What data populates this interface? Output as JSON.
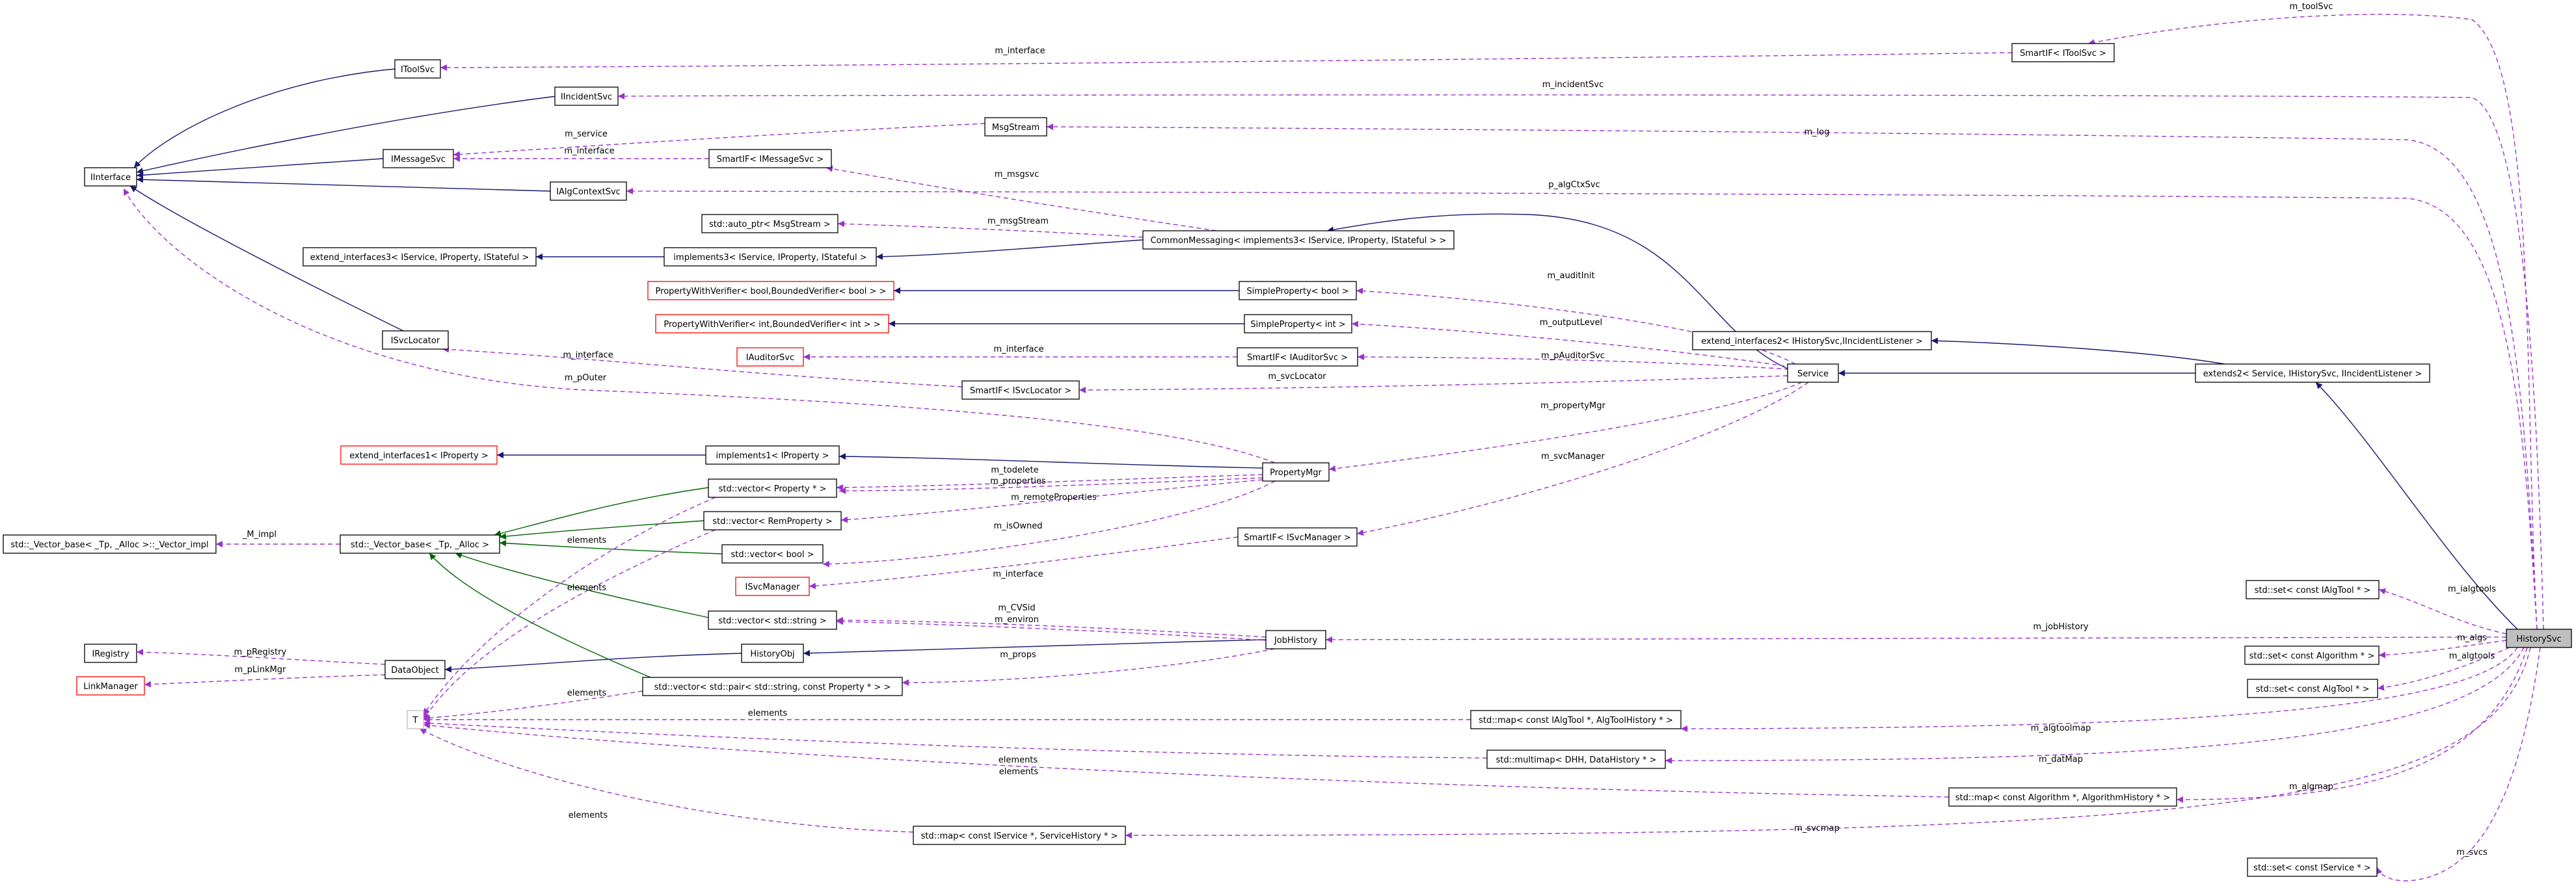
{
  "colors": {
    "inherit_edge": "#191970",
    "template_edge": "#006400",
    "usage_edge": "#9a32cd",
    "node_border": "#000000",
    "undocumented_border": "#ff0000",
    "unknown_border": "#bfbfbf",
    "highlight_fill": "#bfbfbf"
  },
  "nodes": {
    "iinterface": {
      "label": "IInterface"
    },
    "itoolsvc": {
      "label": "IToolSvc"
    },
    "iincidentsvc": {
      "label": "IIncidentSvc"
    },
    "imessagesvc": {
      "label": "IMessageSvc"
    },
    "ialgcontextsvc": {
      "label": "IAlgContextSvc"
    },
    "isvclocator": {
      "label": "ISvcLocator"
    },
    "msgstream": {
      "label": "MsgStream"
    },
    "smartif_imessagesvc": {
      "label": "SmartIF< IMessageSvc >"
    },
    "auto_ptr_msgstream": {
      "label": "std::auto_ptr< MsgStream >"
    },
    "extend_interfaces3": {
      "label": "extend_interfaces3< IService, IProperty, IStateful >"
    },
    "implements3": {
      "label": "implements3< IService, IProperty, IStateful >"
    },
    "commonmessaging": {
      "label": "CommonMessaging< implements3< IService, IProperty, IStateful > >"
    },
    "pwv_bool": {
      "label": "PropertyWithVerifier< bool,BoundedVerifier< bool > >"
    },
    "pwv_int": {
      "label": "PropertyWithVerifier< int,BoundedVerifier< int > >"
    },
    "simpleproperty_bool": {
      "label": "SimpleProperty< bool >"
    },
    "simpleproperty_int": {
      "label": "SimpleProperty< int >"
    },
    "iauditorsvc": {
      "label": "IAuditorSvc"
    },
    "smartif_iauditorsvc": {
      "label": "SmartIF< IAuditorSvc >"
    },
    "smartif_isvclocator": {
      "label": "SmartIF< ISvcLocator >"
    },
    "extend_interfaces2": {
      "label": "extend_interfaces2< IHistorySvc,IIncidentListener >"
    },
    "service": {
      "label": "Service"
    },
    "extends2": {
      "label": "extends2< Service, IHistorySvc, IIncidentListener >"
    },
    "extend_interfaces1": {
      "label": "extend_interfaces1< IProperty >"
    },
    "implements1": {
      "label": "implements1< IProperty >"
    },
    "propertymgr": {
      "label": "PropertyMgr"
    },
    "vector_property": {
      "label": "std::vector< Property * >"
    },
    "vector_remproperty": {
      "label": "std::vector< RemProperty >"
    },
    "vector_bool": {
      "label": "std::vector< bool >"
    },
    "isvcmanager": {
      "label": "ISvcManager"
    },
    "smartif_isvcmanager": {
      "label": "SmartIF< ISvcManager >"
    },
    "vector_string": {
      "label": "std::vector< std::string >"
    },
    "vector_base_impl": {
      "label": "std::_Vector_base< _Tp, _Alloc >::_Vector_impl"
    },
    "vector_base": {
      "label": "std::_Vector_base< _Tp, _Alloc >"
    },
    "jobhistory": {
      "label": "JobHistory"
    },
    "historyobj": {
      "label": "HistoryObj"
    },
    "iregistry": {
      "label": "IRegistry"
    },
    "dataobject": {
      "label": "DataObject"
    },
    "linkmanager": {
      "label": "LinkManager"
    },
    "vector_pair": {
      "label": "std::vector< std::pair< std::string, const Property * > >"
    },
    "t": {
      "label": "T"
    },
    "map_algtool": {
      "label": "std::map< const IAlgTool *, AlgToolHistory * >"
    },
    "multimap_dhh": {
      "label": "std::multimap< DHH, DataHistory * >"
    },
    "map_algorithm": {
      "label": "std::map< const Algorithm *, AlgorithmHistory * >"
    },
    "map_iservice": {
      "label": "std::map< const IService *, ServiceHistory * >"
    },
    "set_ialgtool": {
      "label": "std::set< const IAlgTool * >"
    },
    "set_algorithm": {
      "label": "std::set< const Algorithm * >"
    },
    "set_algtool": {
      "label": "std::set< const AlgTool * >"
    },
    "set_iservice": {
      "label": "std::set< const IService * >"
    },
    "smartif_itoolsvc": {
      "label": "SmartIF< IToolSvc >"
    },
    "historysvc": {
      "label": "HistorySvc"
    }
  },
  "edge_labels": {
    "m_toolsvc": "m_toolSvc",
    "m_interface_toolsvc": "m_interface",
    "m_incidentsvc": "m_incidentSvc",
    "m_service": "m_service",
    "m_interface_msgsvc": "m_interface",
    "m_log": "m_log",
    "m_msgsvc": "m_msgsvc",
    "p_algctxsvc": "p_algCtxSvc",
    "m_msgstream": "m_msgStream",
    "m_auditinit": "m_auditInit",
    "m_outputlevel": "m_outputLevel",
    "m_interface_auditor": "m_interface",
    "m_pauditorsvc": "m_pAuditorSvc",
    "m_interface_locator": "m_interface",
    "m_svclocator": "m_svcLocator",
    "m_pouter": "m_pOuter",
    "m_propertymgr": "m_propertyMgr",
    "m_svcmanager": "m_svcManager",
    "m_todelete": "m_todelete",
    "m_properties": "m_properties",
    "m_remoteproperties": "m_remoteProperties",
    "m_impl": "_M_impl",
    "elements_1": "elements",
    "m_isowned": "m_isOwned",
    "elements_2": "elements",
    "m_interface_svcmgr": "m_interface",
    "m_cvsid": "m_CVSid",
    "m_environ": "m_environ",
    "m_props": "m_props",
    "m_preg": "m_pRegistry",
    "m_plinkmgr": "m_pLinkMgr",
    "elements_3": "elements",
    "elements_4": "elements",
    "elements_5": "elements",
    "elements_6": "elements",
    "elements_7": "elements",
    "m_ialgtools": "m_ialgtools",
    "m_jobhistory": "m_jobHistory",
    "m_algs": "m_algs",
    "m_algtools": "m_algtools",
    "m_algtoolmap": "m_algtoolmap",
    "m_datmap": "m_datMap",
    "m_algmap": "m_algmap",
    "m_svcmap": "m_svcmap",
    "m_svcs": "m_svcs"
  }
}
